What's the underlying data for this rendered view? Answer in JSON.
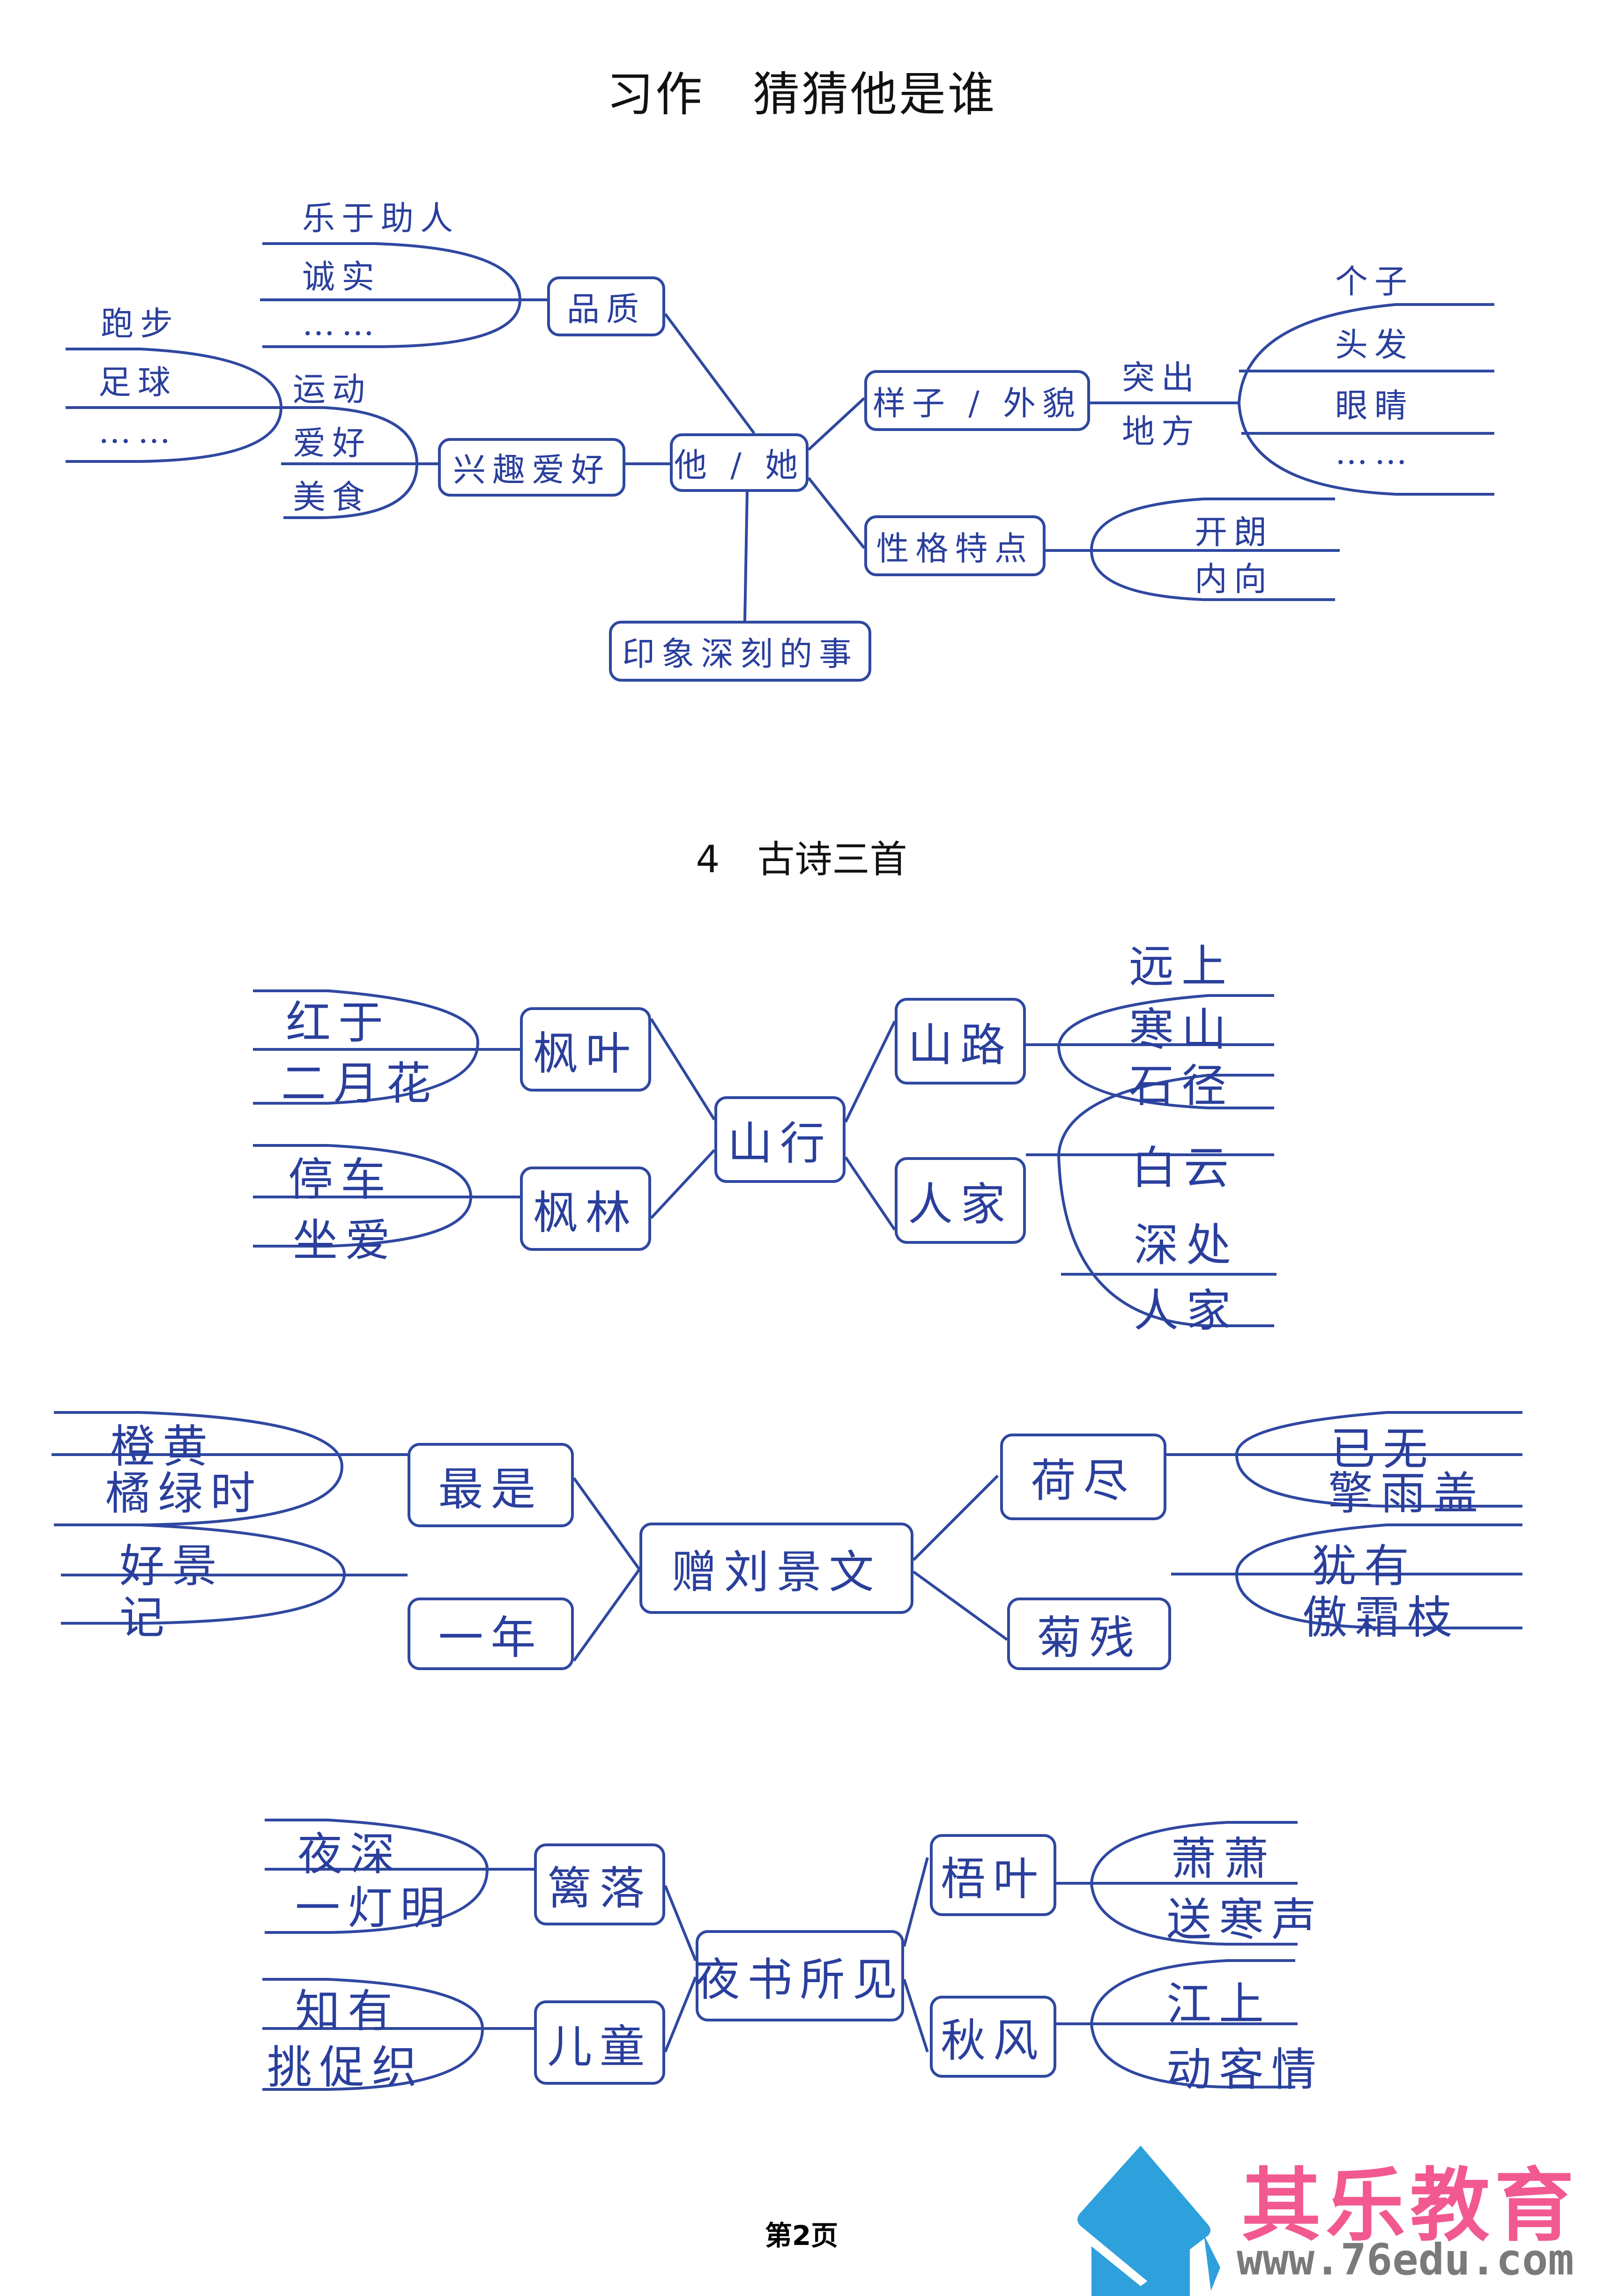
{
  "section1": {
    "title": "习作　猜猜他是谁",
    "center": "他 / 她",
    "branches": {
      "quality": {
        "label": "品质",
        "items": [
          "乐于助人",
          "诚实",
          "……"
        ]
      },
      "hobby": {
        "label": "兴趣爱好",
        "connector_top": "运动",
        "connector_bottom": "爱好",
        "items": [
          "美食"
        ],
        "sports": [
          "跑步",
          "足球",
          "……"
        ]
      },
      "appearance": {
        "label": "样子 / 外貌",
        "connector_top": "突出",
        "connector_bottom": "地方",
        "items": [
          "个子",
          "头发",
          "眼睛",
          "……"
        ]
      },
      "personality": {
        "label": "性格特点",
        "items": [
          "开朗",
          "内向"
        ]
      },
      "event": {
        "label": "印象深刻的事"
      }
    }
  },
  "section2": {
    "title": "4　古诗三首",
    "poems": [
      {
        "center": "山行",
        "left": [
          {
            "label": "枫叶",
            "items": [
              "红于",
              "二月花"
            ]
          },
          {
            "label": "枫林",
            "items": [
              "停车",
              "坐爱"
            ]
          }
        ],
        "right": [
          {
            "label": "山路",
            "items": [
              "远上",
              "寒山",
              "石径"
            ]
          },
          {
            "label": "人家",
            "items": [
              "白云",
              "深处",
              "人家"
            ]
          }
        ]
      },
      {
        "center": "赠刘景文",
        "left": [
          {
            "label": "最是",
            "items": [
              "橙黄",
              "橘绿时"
            ]
          },
          {
            "label": "一年",
            "items": [
              "好景",
              "记"
            ]
          }
        ],
        "right": [
          {
            "label": "荷尽",
            "items": [
              "已无",
              "擎雨盖"
            ]
          },
          {
            "label": "菊残",
            "items": [
              "犹有",
              "傲霜枝"
            ]
          }
        ]
      },
      {
        "center": "夜书所见",
        "left": [
          {
            "label": "篱落",
            "items": [
              "夜深",
              "一灯明"
            ]
          },
          {
            "label": "儿童",
            "items": [
              "知有",
              "挑促织"
            ]
          }
        ],
        "right": [
          {
            "label": "梧叶",
            "items": [
              "萧萧",
              "送寒声"
            ]
          },
          {
            "label": "秋风",
            "items": [
              "江上",
              "动客情"
            ]
          }
        ]
      }
    ]
  },
  "footer": {
    "page_label": "第2页"
  },
  "watermark": {
    "brand": "其乐教育",
    "url": "www.76edu.com",
    "icon": "graduation-cap-icon",
    "brand_color": "#f25990",
    "icon_color": "#2ea0dc"
  },
  "colors": {
    "line": "#2f48a0",
    "text": "#2a3f9c"
  }
}
